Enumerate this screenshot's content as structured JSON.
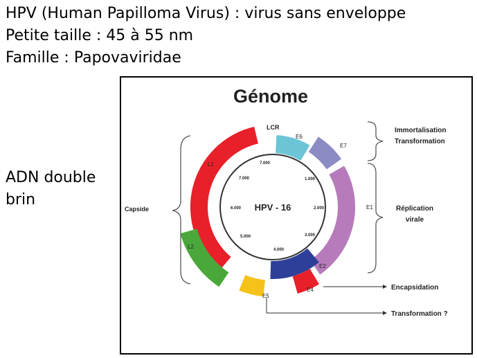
{
  "header": {
    "line1": "HPV (Human Papilloma Virus) : virus sans enveloppe",
    "line2": "Petite taille : 45 à 55 nm",
    "line3": "Famille : Papovaviridae"
  },
  "side_label": {
    "line1": "ADN double",
    "line2": "brin"
  },
  "diagram": {
    "title": "Génome",
    "center_label": "HPV - 16",
    "positions": [
      "7.000",
      "1.000",
      "2.000",
      "3.000",
      "4.000",
      "5.000",
      "6.000",
      "7.000"
    ],
    "genes": {
      "lcr": "LCR",
      "e6": "E6",
      "e7": "E7",
      "e1": "E1",
      "e2": "E2",
      "e4": "E4",
      "e5": "E5",
      "l1": "L1",
      "l2": "L2"
    },
    "labels": {
      "capside": "Capside",
      "immort_1": "Immortalisation",
      "immort_2": "Transformation",
      "replication_1": "Réplication",
      "replication_2": "virale",
      "encapsidation": "Encapsidation",
      "transformation_q": "Transformation ?"
    },
    "colors": {
      "title": "#4a6fa5",
      "e6": "#6cc5d6",
      "e7": "#8c8bc4",
      "e1": "#b77bbb",
      "e2": "#2e3f99",
      "e4": "#e8202a",
      "e5": "#f5c21a",
      "l1": "#e8202a",
      "l2": "#4aa83b"
    }
  }
}
